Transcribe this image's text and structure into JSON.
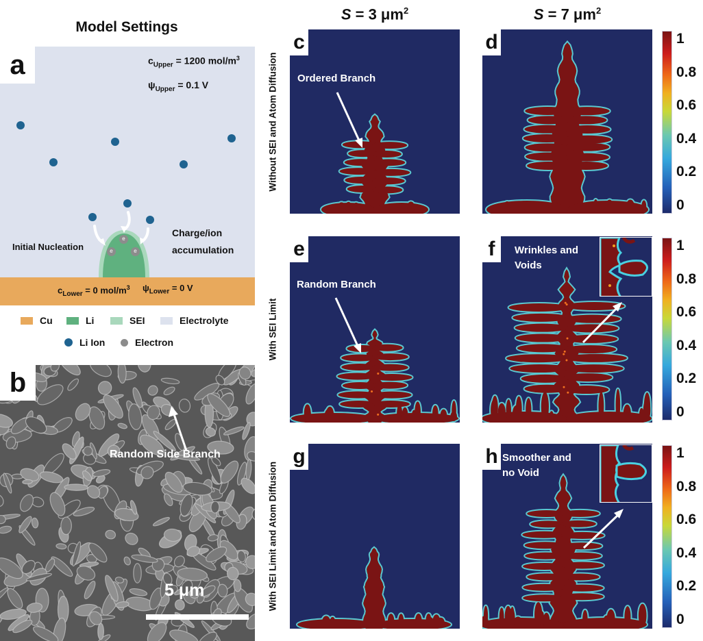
{
  "model_settings": {
    "title": "Model Settings",
    "panel_label": "a",
    "upper_conc": {
      "sym": "c",
      "sub": "Upper",
      "text": " = 1200 mol/m",
      "sup": "3"
    },
    "upper_pot": {
      "sym": "ψ",
      "sub": "Upper",
      "text": " = 0.1 V"
    },
    "lower_conc": {
      "sym": "c",
      "sub": "Lower",
      "text": " = 0 mol/m",
      "sup": "3"
    },
    "lower_pot": {
      "sym": "ψ",
      "sub": "Lower",
      "text": " = 0 V"
    },
    "initial_nucleation": "Initial Nucleation",
    "charge_line1": "Charge/ion",
    "charge_line2": "accumulation",
    "electron_symbol": "e",
    "legend": [
      {
        "label": "Cu",
        "color": "#e8a95c"
      },
      {
        "label": "Li",
        "color": "#5fb17f"
      },
      {
        "label": "SEI",
        "color": "#a9d8bc"
      },
      {
        "label": "Electrolyte",
        "color": "#dde2ee"
      },
      {
        "label": "Li Ion",
        "color": "#1f6390"
      },
      {
        "label": "Electron",
        "color": "#8c8c8c"
      }
    ]
  },
  "sem": {
    "panel_label": "b",
    "annotation": "Random Side Branch",
    "scale_bar": "5 μm"
  },
  "columns": [
    {
      "sym": "S",
      "text": " = 3 μm",
      "sup": "2"
    },
    {
      "sym": "S",
      "text": " = 7 μm",
      "sup": "2"
    }
  ],
  "rows": [
    {
      "label": "Without SEI and Atom Diffusion"
    },
    {
      "label": "With SEI Limit"
    },
    {
      "label": "With SEI Limit and Atom Diffusion"
    }
  ],
  "panels": {
    "c": {
      "label": "c",
      "annotation": "Ordered Branch"
    },
    "d": {
      "label": "d"
    },
    "e": {
      "label": "e",
      "annotation": "Random Branch"
    },
    "f": {
      "label": "f",
      "annotation_line1": "Wrinkles and",
      "annotation_line2": "Voids"
    },
    "g": {
      "label": "g"
    },
    "h": {
      "label": "h",
      "annotation_line1": "Smoother and",
      "annotation_line2": "no Void"
    }
  },
  "colorbar": {
    "ticks": [
      "1",
      "0.8",
      "0.6",
      "0.4",
      "0.2",
      "0"
    ],
    "tick_values": [
      1,
      0.8,
      0.6,
      0.4,
      0.2,
      0
    ],
    "range": [
      0,
      1
    ]
  }
}
